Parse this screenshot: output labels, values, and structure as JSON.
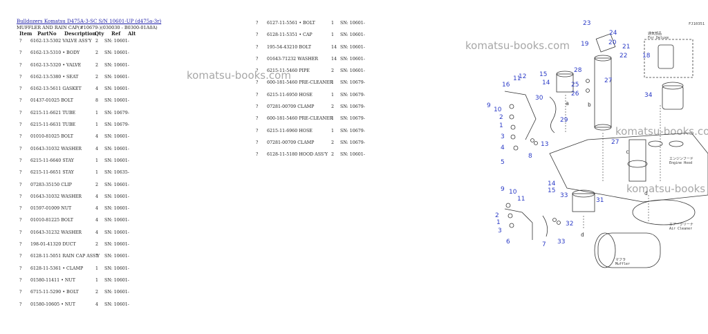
{
  "header": {
    "link": "Bulldozers Komatsu D475A-3-SC S/N 10601-UP (d475a-3r)",
    "subtitle": "MUFFLER AND RAIN CAP(#10679-)(030030 - B0300-01A0A)"
  },
  "columns": [
    "Item",
    "PartNo",
    "Description",
    "Qty",
    "Ref",
    "Alt"
  ],
  "left_rows": [
    {
      "item": "?",
      "part": "6162-13-5302",
      "desc": "VALVE ASS'Y",
      "qty": "2",
      "ref": "SN: 10601-"
    },
    {
      "item": "?",
      "part": "6162-13-5310",
      "desc": "• BODY",
      "qty": "2",
      "ref": "SN: 10601-"
    },
    {
      "item": "?",
      "part": "6162-13-5320",
      "desc": "• VALVE",
      "qty": "2",
      "ref": "SN: 10601-"
    },
    {
      "item": "?",
      "part": "6162-13-5380",
      "desc": "• SEAT",
      "qty": "2",
      "ref": "SN: 10601-"
    },
    {
      "item": "?",
      "part": "6162-13-5611",
      "desc": "GASKET",
      "qty": "4",
      "ref": "SN: 10601-"
    },
    {
      "item": "?",
      "part": "01437-01025",
      "desc": "BOLT",
      "qty": "8",
      "ref": "SN: 10601-"
    },
    {
      "item": "?",
      "part": "6215-11-6621",
      "desc": "TUBE",
      "qty": "1",
      "ref": "SN: 10679-"
    },
    {
      "item": "?",
      "part": "6215-11-6631",
      "desc": "TUBE",
      "qty": "1",
      "ref": "SN: 10679-"
    },
    {
      "item": "?",
      "part": "01010-81025",
      "desc": "BOLT",
      "qty": "4",
      "ref": "SN: 10601-"
    },
    {
      "item": "?",
      "part": "01643-31032",
      "desc": "WASHER",
      "qty": "4",
      "ref": "SN: 10601-"
    },
    {
      "item": "?",
      "part": "6215-11-6640",
      "desc": "STAY",
      "qty": "1",
      "ref": "SN: 10601-"
    },
    {
      "item": "?",
      "part": "6215-11-6651",
      "desc": "STAY",
      "qty": "1",
      "ref": "SN: 10635-"
    },
    {
      "item": "?",
      "part": "07283-35150",
      "desc": "CLIP",
      "qty": "2",
      "ref": "SN: 10601-"
    },
    {
      "item": "?",
      "part": "01643-31032",
      "desc": "WASHER",
      "qty": "4",
      "ref": "SN: 10601-"
    },
    {
      "item": "?",
      "part": "01597-01009",
      "desc": "NUT",
      "qty": "4",
      "ref": "SN: 10601-"
    },
    {
      "item": "?",
      "part": "01010-81225",
      "desc": "BOLT",
      "qty": "4",
      "ref": "SN: 10601-"
    },
    {
      "item": "?",
      "part": "01643-31232",
      "desc": "WASHER",
      "qty": "4",
      "ref": "SN: 10601-"
    },
    {
      "item": "?",
      "part": "198-01-41320",
      "desc": "DUCT",
      "qty": "2",
      "ref": "SN: 10601-"
    },
    {
      "item": "?",
      "part": "6128-11-5051",
      "desc": "RAIN CAP ASS'Y",
      "qty": "1",
      "ref": "SN: 10601-"
    },
    {
      "item": "?",
      "part": "6128-11-5361",
      "desc": "• CLAMP",
      "qty": "1",
      "ref": "SN: 10601-"
    },
    {
      "item": "?",
      "part": "01580-11411",
      "desc": "• NUT",
      "qty": "1",
      "ref": "SN: 10601-"
    },
    {
      "item": "?",
      "part": "6715-11-5290",
      "desc": "• BOLT",
      "qty": "2",
      "ref": "SN: 10601-"
    },
    {
      "item": "?",
      "part": "01580-10605",
      "desc": "• NUT",
      "qty": "4",
      "ref": "SN: 10601-"
    }
  ],
  "right_rows": [
    {
      "item": "?",
      "part": "6127-11-5561",
      "desc": "• BOLT",
      "qty": "1",
      "ref": "SN: 10601-"
    },
    {
      "item": "?",
      "part": "6128-11-5351",
      "desc": "• CAP",
      "qty": "1",
      "ref": "SN: 10601-"
    },
    {
      "item": "?",
      "part": "195-54-43210",
      "desc": "BOLT",
      "qty": "14",
      "ref": "SN: 10601-"
    },
    {
      "item": "?",
      "part": "01643-71232",
      "desc": "WASHER",
      "qty": "14",
      "ref": "SN: 10601-"
    },
    {
      "item": "?",
      "part": "6215-11-5460",
      "desc": "PIPE",
      "qty": "2",
      "ref": "SN: 10601-"
    },
    {
      "item": "?",
      "part": "600-181-5460",
      "desc": "PRE-CLEANER",
      "qty": "1",
      "ref": "SN: 10679-"
    },
    {
      "item": "?",
      "part": "6215-11-6950",
      "desc": "HOSE",
      "qty": "1",
      "ref": "SN: 10679-"
    },
    {
      "item": "?",
      "part": "07281-00709",
      "desc": "CLAMP",
      "qty": "2",
      "ref": "SN: 10679-"
    },
    {
      "item": "?",
      "part": "600-181-5460",
      "desc": "PRE-CLEANER",
      "qty": "1",
      "ref": "SN: 10679-"
    },
    {
      "item": "?",
      "part": "6215-11-6960",
      "desc": "HOSE",
      "qty": "1",
      "ref": "SN: 10679-"
    },
    {
      "item": "?",
      "part": "07281-00709",
      "desc": "CLAMP",
      "qty": "2",
      "ref": "SN: 10679-"
    },
    {
      "item": "?",
      "part": "6128-11-5180",
      "desc": "HOOD ASS'Y",
      "qty": "2",
      "ref": "SN: 10601-"
    }
  ],
  "watermarks": [
    "komatsu-books.com",
    "komatsu-books.com",
    "komatsu-books.com",
    "komatsu-books"
  ],
  "diagram": {
    "code": "FJ10351",
    "callouts": [
      "23",
      "24",
      "20",
      "19",
      "22",
      "21",
      "18",
      "25",
      "26",
      "27",
      "28",
      "34",
      "12",
      "16",
      "11",
      "15",
      "14",
      "9",
      "10",
      "30",
      "2",
      "1",
      "3",
      "4",
      "5",
      "29",
      "8",
      "13",
      "27",
      "15",
      "14",
      "33",
      "31",
      "9",
      "10",
      "11",
      "2",
      "1",
      "3",
      "6",
      "7",
      "32",
      "33"
    ],
    "jp_labels": [
      "通気部品",
      "For Deluxe",
      "エンジンフード",
      "Engine Hood",
      "エアークリーナ",
      "Air Cleaner",
      "マフラ",
      "Muffler"
    ],
    "letters": [
      "a",
      "b",
      "c",
      "d",
      "d"
    ]
  }
}
